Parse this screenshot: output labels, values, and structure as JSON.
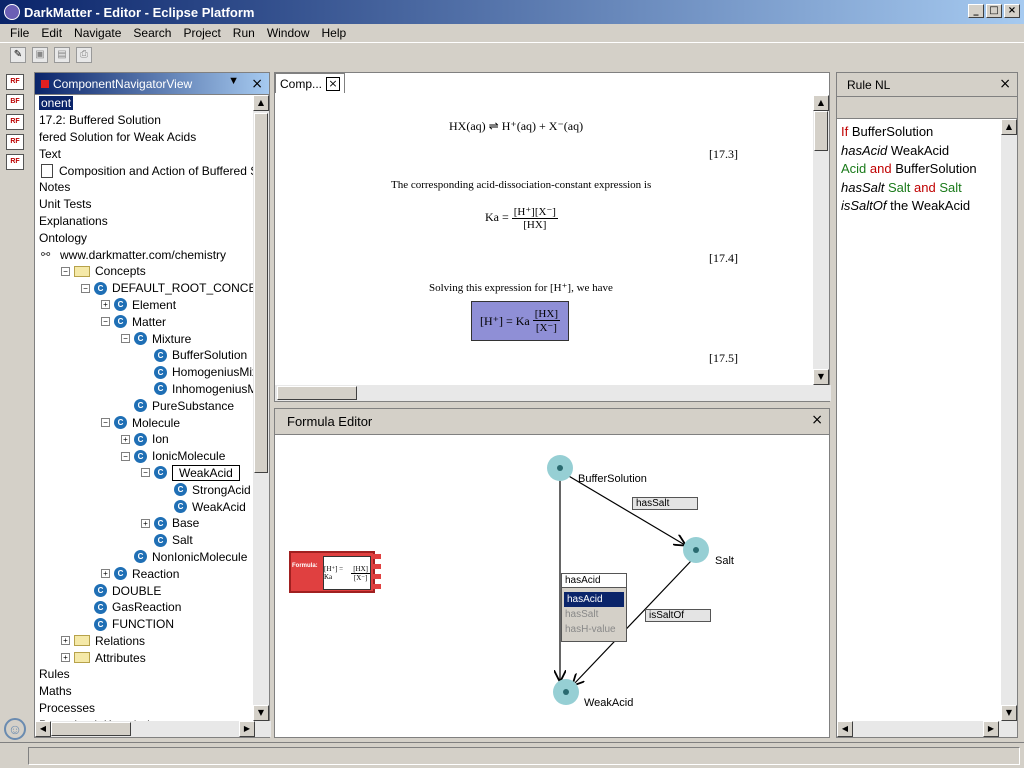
{
  "window": {
    "title": "DarkMatter - Editor - Eclipse Platform"
  },
  "menu": [
    "File",
    "Edit",
    "Navigate",
    "Search",
    "Project",
    "Run",
    "Window",
    "Help"
  ],
  "shortcuts": [
    "RF",
    "BF",
    "RF",
    "RF",
    "RF"
  ],
  "navigator": {
    "title": "ComponentNavigatorView",
    "rows": [
      {
        "label": "onent",
        "indent": 0,
        "icon": "none",
        "selected": true
      },
      {
        "label": "17.2: Buffered Solution",
        "indent": 0,
        "icon": "none"
      },
      {
        "label": "fered Solution for Weak Acids",
        "indent": 0,
        "icon": "none"
      },
      {
        "label": "Text",
        "indent": 0,
        "icon": "none"
      },
      {
        "label": "Composition and Action of Buffered S",
        "indent": 0,
        "icon": "doc"
      },
      {
        "label": "Notes",
        "indent": 0,
        "icon": "none"
      },
      {
        "label": "Unit Tests",
        "indent": 0,
        "icon": "none"
      },
      {
        "label": "Explanations",
        "indent": 0,
        "icon": "none"
      },
      {
        "label": "Ontology",
        "indent": 0,
        "icon": "none"
      },
      {
        "label": "www.darkmatter.com/chemistry",
        "indent": 0,
        "icon": "net"
      },
      {
        "label": "Concepts",
        "indent": 1,
        "icon": "folder",
        "expander": "−"
      },
      {
        "label": "DEFAULT_ROOT_CONCEPT",
        "indent": 2,
        "icon": "c",
        "expander": "−"
      },
      {
        "label": "Element",
        "indent": 3,
        "icon": "c",
        "expander": "+"
      },
      {
        "label": "Matter",
        "indent": 3,
        "icon": "c",
        "expander": "−"
      },
      {
        "label": "Mixture",
        "indent": 4,
        "icon": "c",
        "expander": "−"
      },
      {
        "label": "BufferSolution",
        "indent": 5,
        "icon": "c"
      },
      {
        "label": "HomogeniusMixture",
        "indent": 5,
        "icon": "c"
      },
      {
        "label": "InhomogeniusMixture",
        "indent": 5,
        "icon": "c"
      },
      {
        "label": "PureSubstance",
        "indent": 4,
        "icon": "c"
      },
      {
        "label": "Molecule",
        "indent": 3,
        "icon": "c",
        "expander": "−"
      },
      {
        "label": "Ion",
        "indent": 4,
        "icon": "c",
        "expander": "+"
      },
      {
        "label": "IonicMolecule",
        "indent": 4,
        "icon": "c",
        "expander": "−"
      },
      {
        "label": "WeakAcid",
        "indent": 5,
        "icon": "c",
        "expander": "−",
        "focus": true
      },
      {
        "label": "StrongAcid",
        "indent": 6,
        "icon": "c"
      },
      {
        "label": "WeakAcid",
        "indent": 6,
        "icon": "c"
      },
      {
        "label": "Base",
        "indent": 5,
        "icon": "c",
        "expander": "+"
      },
      {
        "label": "Salt",
        "indent": 5,
        "icon": "c"
      },
      {
        "label": "NonIonicMolecule",
        "indent": 4,
        "icon": "c"
      },
      {
        "label": "Reaction",
        "indent": 3,
        "icon": "c",
        "expander": "+"
      },
      {
        "label": "DOUBLE",
        "indent": 2,
        "icon": "c"
      },
      {
        "label": "GasReaction",
        "indent": 2,
        "icon": "c"
      },
      {
        "label": "FUNCTION",
        "indent": 2,
        "icon": "c"
      },
      {
        "label": "Relations",
        "indent": 1,
        "icon": "folder",
        "expander": "+"
      },
      {
        "label": "Attributes",
        "indent": 1,
        "icon": "folder",
        "expander": "+"
      },
      {
        "label": "Rules",
        "indent": 0,
        "icon": "none"
      },
      {
        "label": "Maths",
        "indent": 0,
        "icon": "none"
      },
      {
        "label": "Processes",
        "indent": 0,
        "icon": "none"
      },
      {
        "label": "Procedural_Knowledge",
        "indent": 0,
        "icon": "none"
      }
    ]
  },
  "document": {
    "tab_label": "Comp...",
    "eq1": "HX(aq) ⇌ H⁺(aq) + X⁻(aq)",
    "eq1_num": "[17.3]",
    "sentence1": "The corresponding acid-dissociation-constant expression is",
    "ka_lhs": "Ka =",
    "ka_num": "[H⁺][X⁻]",
    "ka_den": "[HX]",
    "eq2_num": "[17.4]",
    "sentence2": "Solving this expression for [H⁺], we have",
    "h_lhs": "[H⁺] = Ka",
    "h_num": "[HX]",
    "h_den": "[X⁻]",
    "eq3_num": "[17.5]"
  },
  "formula_editor": {
    "title": "Formula Editor",
    "nodes": {
      "buffer": "BufferSolution",
      "salt": "Salt",
      "weakacid": "WeakAcid"
    },
    "edges": {
      "has_salt": "hasSalt",
      "is_salt_of": "isSaltOf"
    },
    "popup": {
      "header": "hasAcid",
      "options": [
        "hasAcid",
        "hasSalt",
        "hasH-value"
      ]
    },
    "formula_box": {
      "label": "Formula:",
      "lhs": "[H⁺] = Ka",
      "num": "[HX]",
      "den": "[X⁻]"
    }
  },
  "rule_nl": {
    "title": "Rule NL",
    "lines": [
      [
        {
          "t": "If",
          "c": "red"
        },
        {
          "t": " BufferSolution",
          "c": "black"
        }
      ],
      [
        {
          "t": "hasAcid",
          "c": "italic"
        },
        {
          "t": " WeakAcid",
          "c": "black"
        }
      ],
      [
        {
          "t": "Acid",
          "c": "green"
        },
        {
          "t": " and",
          "c": "red"
        },
        {
          "t": " BufferSolution",
          "c": "black"
        }
      ],
      [
        {
          "t": "hasSalt",
          "c": "italic"
        },
        {
          "t": " Salt",
          "c": "green"
        },
        {
          "t": " and",
          "c": "red"
        },
        {
          "t": " Salt",
          "c": "green"
        }
      ],
      [
        {
          "t": "isSaltOf",
          "c": "italic"
        },
        {
          "t": " the WeakAcid",
          "c": "black"
        }
      ]
    ]
  }
}
